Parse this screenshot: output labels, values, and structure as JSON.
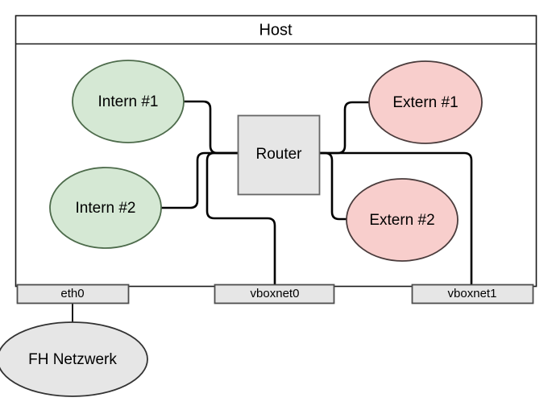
{
  "diagram": {
    "title": "Host",
    "type": "network-topology",
    "colors": {
      "vm_internal_fill": "#d5e8d4",
      "vm_internal_stroke": "#4d6b4b",
      "vm_external_fill": "#f8cecc",
      "vm_external_stroke": "#4a3c3c",
      "box_fill": "#e6e6e6",
      "box_stroke": "#666666",
      "network_fill": "#e6e6e6",
      "network_stroke": "#333333",
      "host_fill": "#ffffff",
      "host_stroke": "#1a1a1a",
      "link_stroke": "#000000",
      "page_background": "#ffffff"
    },
    "host": {
      "label": "Host"
    },
    "vms": [
      {
        "id": "intern1",
        "label": "Intern #1",
        "kind": "internal"
      },
      {
        "id": "intern2",
        "label": "Intern #2",
        "kind": "internal"
      },
      {
        "id": "extern1",
        "label": "Extern #1",
        "kind": "external"
      },
      {
        "id": "extern2",
        "label": "Extern #2",
        "kind": "external"
      }
    ],
    "router": {
      "label": "Router"
    },
    "interfaces": [
      {
        "id": "eth0",
        "label": "eth0"
      },
      {
        "id": "vboxnet0",
        "label": "vboxnet0"
      },
      {
        "id": "vboxnet1",
        "label": "vboxnet1"
      }
    ],
    "external_network": {
      "label": "FH Netzwerk"
    },
    "links": [
      {
        "from": "intern1",
        "to": "router"
      },
      {
        "from": "intern2",
        "to": "router"
      },
      {
        "from": "router",
        "to": "extern1"
      },
      {
        "from": "router",
        "to": "extern2"
      },
      {
        "from": "router",
        "to": "vboxnet0"
      },
      {
        "from": "router",
        "to": "vboxnet1"
      },
      {
        "from": "eth0",
        "to": "external_network"
      }
    ]
  }
}
